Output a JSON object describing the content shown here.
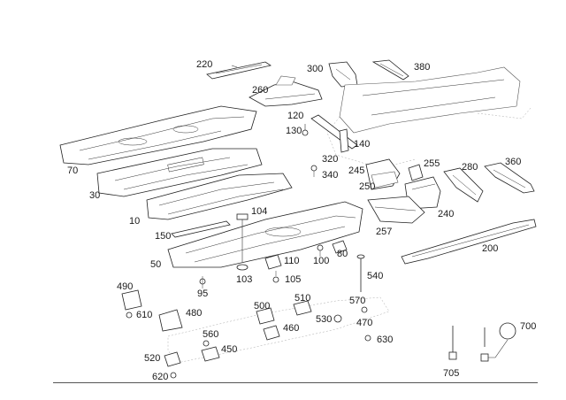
{
  "callouts": [
    {
      "id": "c220",
      "text": "220"
    },
    {
      "id": "c300",
      "text": "300"
    },
    {
      "id": "c380",
      "text": "380"
    },
    {
      "id": "c260",
      "text": "260"
    },
    {
      "id": "c120",
      "text": "120"
    },
    {
      "id": "c130",
      "text": "130"
    },
    {
      "id": "c140",
      "text": "140"
    },
    {
      "id": "c70",
      "text": "70"
    },
    {
      "id": "c320",
      "text": "320"
    },
    {
      "id": "c340",
      "text": "340"
    },
    {
      "id": "c245",
      "text": "245"
    },
    {
      "id": "c255",
      "text": "255"
    },
    {
      "id": "c280",
      "text": "280"
    },
    {
      "id": "c360",
      "text": "360"
    },
    {
      "id": "c30",
      "text": "30"
    },
    {
      "id": "c250",
      "text": "250"
    },
    {
      "id": "c104",
      "text": "104"
    },
    {
      "id": "c240",
      "text": "240"
    },
    {
      "id": "c10",
      "text": "10"
    },
    {
      "id": "c257",
      "text": "257"
    },
    {
      "id": "c150",
      "text": "150"
    },
    {
      "id": "c200",
      "text": "200"
    },
    {
      "id": "c110",
      "text": "110"
    },
    {
      "id": "c100",
      "text": "100"
    },
    {
      "id": "c80",
      "text": "80"
    },
    {
      "id": "c50",
      "text": "50"
    },
    {
      "id": "c103",
      "text": "103"
    },
    {
      "id": "c105",
      "text": "105"
    },
    {
      "id": "c540",
      "text": "540"
    },
    {
      "id": "c95",
      "text": "95"
    },
    {
      "id": "c490",
      "text": "490"
    },
    {
      "id": "c510",
      "text": "510"
    },
    {
      "id": "c570",
      "text": "570"
    },
    {
      "id": "c500",
      "text": "500"
    },
    {
      "id": "c610",
      "text": "610"
    },
    {
      "id": "c480",
      "text": "480"
    },
    {
      "id": "c530",
      "text": "530"
    },
    {
      "id": "c470",
      "text": "470"
    },
    {
      "id": "c700",
      "text": "700"
    },
    {
      "id": "c460",
      "text": "460"
    },
    {
      "id": "c560",
      "text": "560"
    },
    {
      "id": "c630",
      "text": "630"
    },
    {
      "id": "c450",
      "text": "450"
    },
    {
      "id": "c520",
      "text": "520"
    },
    {
      "id": "c705",
      "text": "705"
    },
    {
      "id": "c620",
      "text": "620"
    }
  ]
}
